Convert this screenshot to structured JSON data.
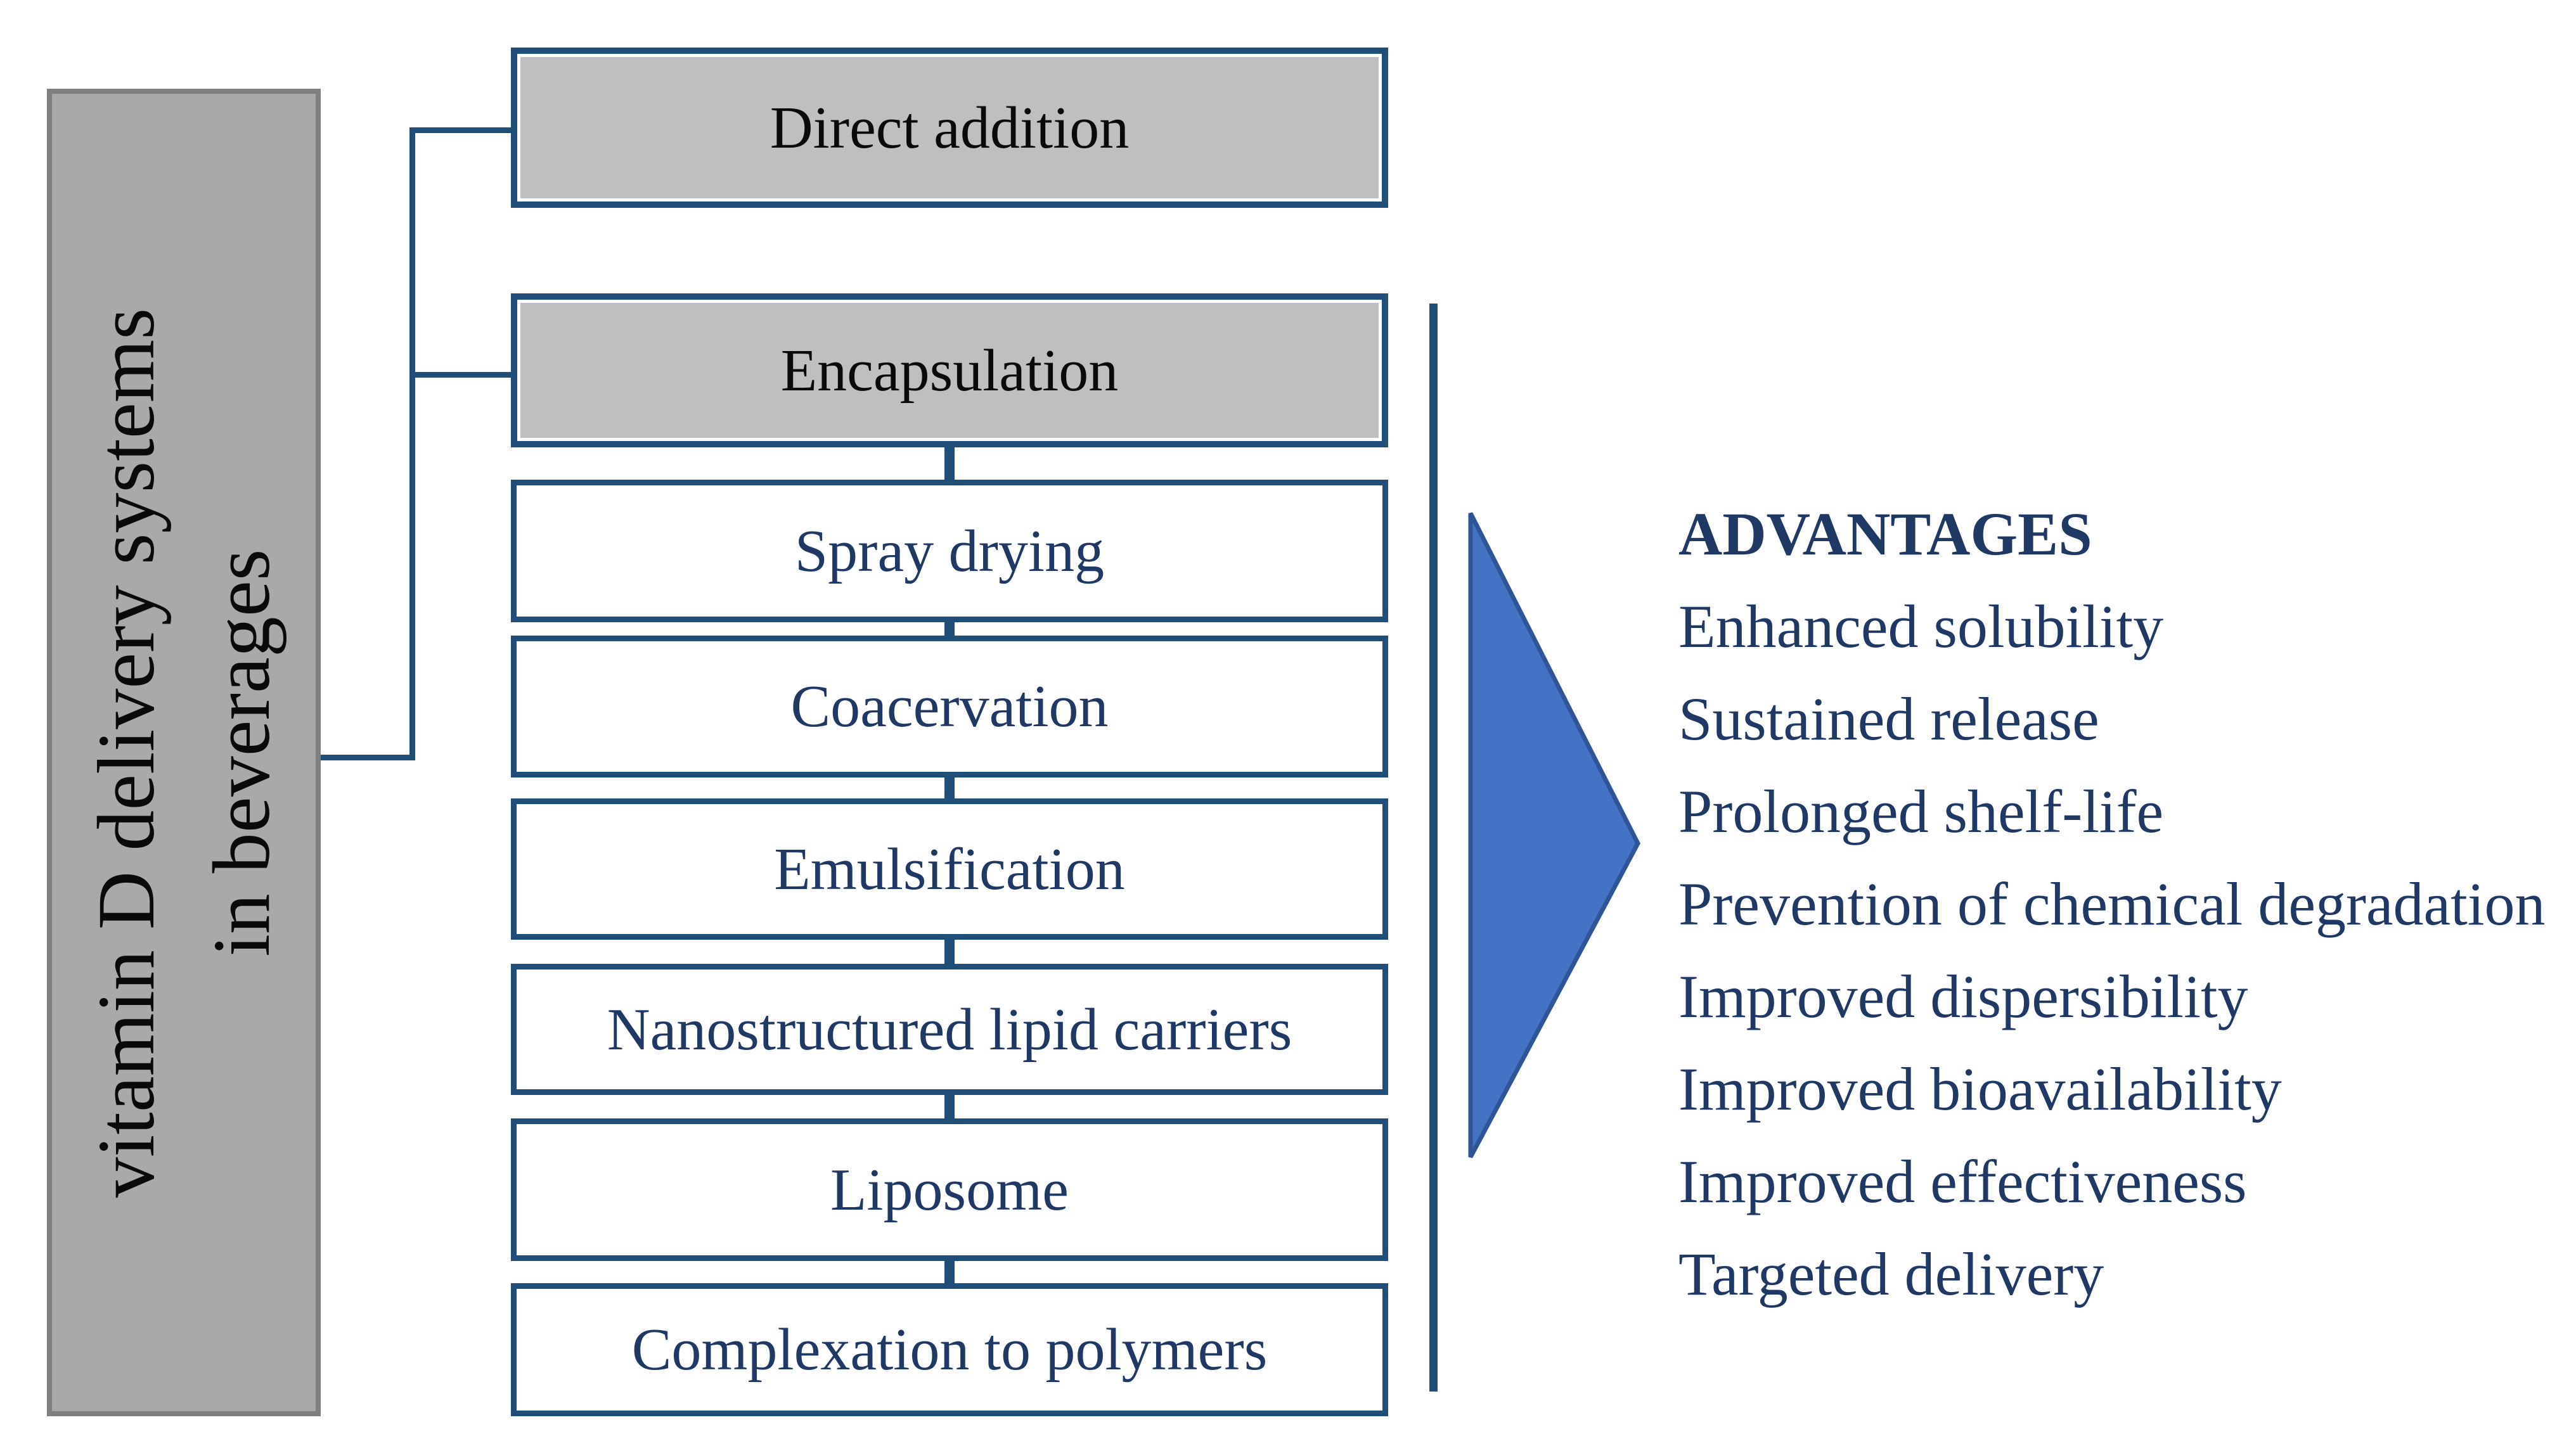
{
  "diagram": {
    "root": {
      "line1": "vitamin D delivery systems",
      "line2": "in beverages"
    },
    "branches": [
      {
        "label": "Direct addition"
      },
      {
        "label": "Encapsulation"
      }
    ],
    "methods": [
      "Spray drying",
      "Coacervation",
      "Emulsification",
      "Nanostructured lipid carriers",
      "Liposome",
      "Complexation to polymers"
    ],
    "advantages": {
      "heading": "ADVANTAGES",
      "items": [
        "Enhanced solubility",
        "Sustained release",
        "Prolonged shelf-life",
        "Prevention of chemical degradation",
        "Improved dispersibility",
        "Improved bioavailability",
        "Improved effectiveness",
        "Targeted delivery"
      ]
    },
    "colors": {
      "navy_border": "#1F4E79",
      "navy_text": "#1F3864",
      "black_text": "#0A0A0A",
      "gray_node_fill": "#BFBFBF",
      "root_bar_fill": "#A9A9A9",
      "root_bar_border": "#7F7F7F",
      "arrow_fill": "#4472C4",
      "arrow_border": "#2F5597"
    }
  }
}
